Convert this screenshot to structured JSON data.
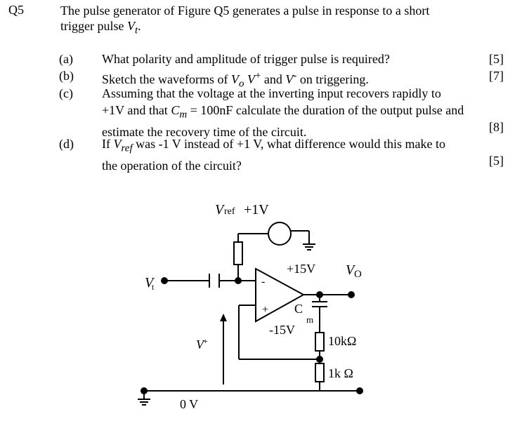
{
  "question": {
    "number": "Q5",
    "intro_line1": "The pulse generator of Figure Q5 generates a pulse in response to a short",
    "intro_line2_text": "trigger pulse ",
    "intro_line2_symbol": "V",
    "intro_line2_sub": "t",
    "intro_line2_end": "."
  },
  "parts": [
    {
      "label": "(a)",
      "line1": "What polarity and amplitude of trigger pulse is required?",
      "marks": "[5]"
    },
    {
      "label": "(b)",
      "line1_pre": "Sketch the waveforms of ",
      "sym1": "V",
      "sub1": "o",
      "sym2": "V",
      "sup2": "+",
      "mid": " and ",
      "sym3": "V",
      "sup3": "-",
      "line1_post": " on triggering.",
      "marks": "[7]"
    },
    {
      "label": "(c)",
      "line1": "Assuming that the voltage at the inverting input recovers rapidly to",
      "line2_pre": "+1V and that ",
      "sym": "C",
      "sub": "m",
      "line2_post": " = 100nF calculate the duration of the output pulse and",
      "line3": "estimate the recovery time of the circuit.",
      "marks": "[8]"
    },
    {
      "label": "(d)",
      "line1_pre": "If ",
      "sym": "V",
      "sub": "ref",
      "line1_post": " was -1 V instead of +1 V, what difference would this make to",
      "line2": "the operation of the circuit?",
      "marks": "[5]"
    }
  ],
  "figure": {
    "vref_label": "V",
    "vref_sub": "ref",
    "vref_value": "+1V",
    "vplus_supply": "+15V",
    "vminus_supply": "-15V",
    "vo_label": "V",
    "vo_sub": "O",
    "vt_label": "V",
    "vt_sub": "t",
    "vplus_label": "V",
    "vplus_sup": "+",
    "cap_label": "C",
    "cap_sub": "m",
    "r1_label": "10kΩ",
    "r2_label": "1k Ω",
    "ground_label": "0 V",
    "minus_sign": "-",
    "plus_sign": "+"
  }
}
